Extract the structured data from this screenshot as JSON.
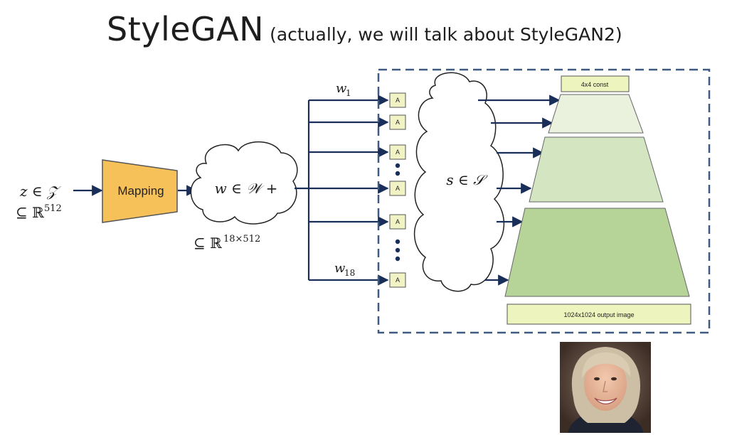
{
  "title": {
    "main": "StyleGAN",
    "sub": "(actually, we will talk about StyleGAN2)"
  },
  "input": {
    "z_label": "z ∈ 𝒵",
    "z_space": "⊆ ℝ",
    "z_dim": "512"
  },
  "mapping": {
    "label": "Mapping",
    "color": "#f7c15a"
  },
  "w_cloud": {
    "label": "w ∈ 𝒲 +",
    "space": "⊆ ℝ",
    "dim": "18×512"
  },
  "style_inputs": {
    "first": "w",
    "first_sub": "1",
    "last": "w",
    "last_sub": "18",
    "affine_label": "A"
  },
  "s_cloud": {
    "label": "s ∈ 𝒮"
  },
  "synthesis": {
    "const_label": "4x4 const",
    "output_label": "1024x1024 output image",
    "colors": [
      "#eaf2de",
      "#d4e5c2",
      "#b6d398"
    ]
  },
  "output_image": {
    "icon": "face-photo"
  }
}
